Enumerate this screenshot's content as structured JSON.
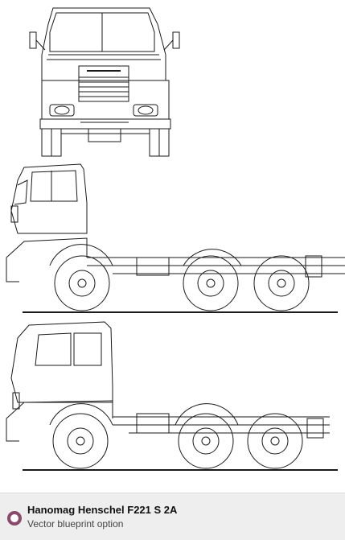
{
  "footer": {
    "title": "Hanomag Henschel F221 S 2A",
    "subtitle": "Vector blueprint option",
    "accent_color": "#8a4a6a"
  },
  "views": [
    "front-view",
    "side-view-upper",
    "side-view-lower"
  ]
}
